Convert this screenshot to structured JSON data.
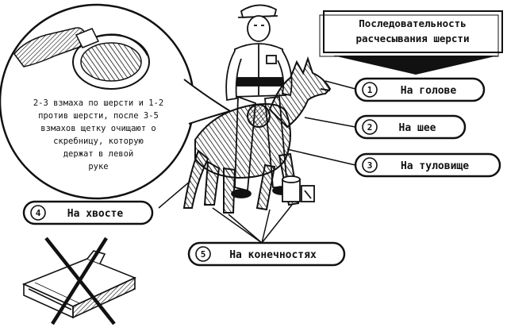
{
  "title": {
    "line1": "Последовательность",
    "line2": "расчесывания шерсти"
  },
  "note": {
    "lines": [
      "2-3 взмаха по шерсти и 1-2",
      "против шерсти, после 3-5",
      "взмахов щетку очищают о",
      "скребницу, которую",
      "держат в левой",
      "руке"
    ]
  },
  "steps": [
    {
      "num": "1",
      "label": "На голове"
    },
    {
      "num": "2",
      "label": "На шее"
    },
    {
      "num": "3",
      "label": "На туловище"
    },
    {
      "num": "4",
      "label": "На хвосте"
    },
    {
      "num": "5",
      "label": "На конечностях"
    }
  ],
  "colors": {
    "ink": "#111111",
    "paper": "#ffffff",
    "shade": "#cccccc"
  }
}
